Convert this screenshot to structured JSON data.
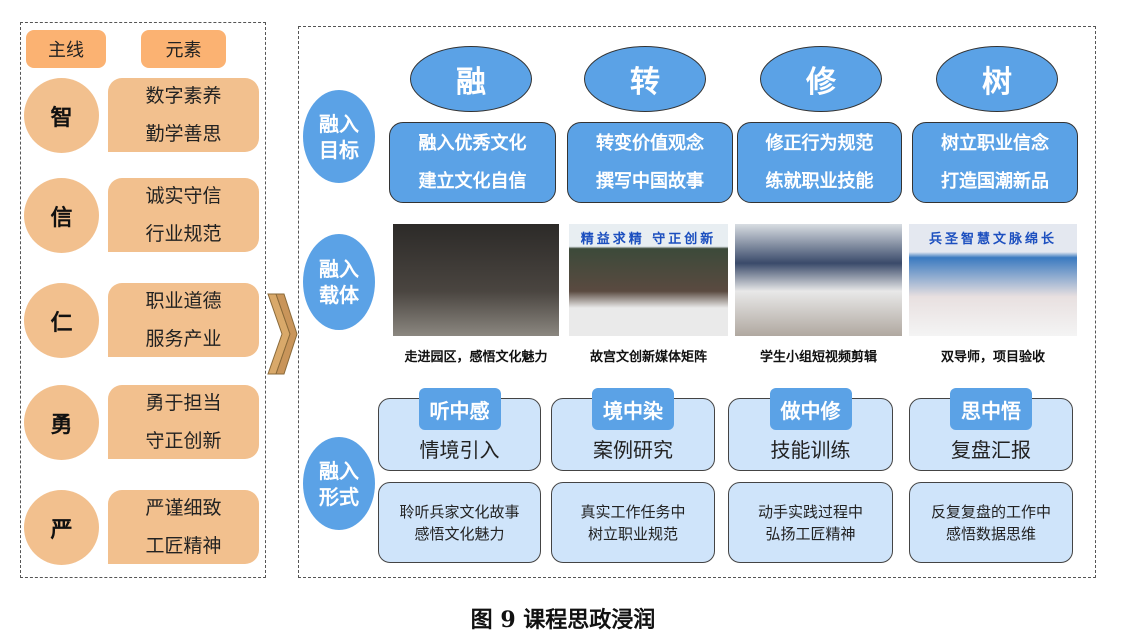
{
  "left": {
    "headers": [
      "主线",
      "元素"
    ],
    "rows": [
      {
        "main": "智",
        "elements": [
          "数字素养",
          "勤学善思"
        ]
      },
      {
        "main": "信",
        "elements": [
          "诚实守信",
          "行业规范"
        ]
      },
      {
        "main": "仁",
        "elements": [
          "职业道德",
          "服务产业"
        ]
      },
      {
        "main": "勇",
        "elements": [
          "勇于担当",
          "守正创新"
        ]
      },
      {
        "main": "严",
        "elements": [
          "严谨细致",
          "工匠精神"
        ]
      }
    ]
  },
  "columns": [
    "融",
    "转",
    "修",
    "树"
  ],
  "row_labels": {
    "goal": [
      "融入",
      "目标"
    ],
    "carrier": [
      "融入",
      "载体"
    ],
    "form": [
      "融入",
      "形式"
    ]
  },
  "goals": [
    [
      "融入优秀文化",
      "建立文化自信"
    ],
    [
      "转变价值观念",
      "撰写中国故事"
    ],
    [
      "修正行为规范",
      "练就职业技能"
    ],
    [
      "树立职业信念",
      "打造国潮新品"
    ]
  ],
  "photos": [
    {
      "sign": "",
      "caption": "走进园区，感悟文化魅力"
    },
    {
      "sign": "精益求精  守正创新",
      "caption": "故宫文创新媒体矩阵"
    },
    {
      "sign": "",
      "caption": "学生小组短视频剪辑"
    },
    {
      "sign": "兵圣智慧文脉绵长",
      "caption": "双导师，项目验收"
    }
  ],
  "forms": [
    {
      "tag": "听中感",
      "method": "情境引入",
      "desc": [
        "聆听兵家文化故事",
        "感悟文化魅力"
      ]
    },
    {
      "tag": "境中染",
      "method": "案例研究",
      "desc": [
        "真实工作任务中",
        "树立职业规范"
      ]
    },
    {
      "tag": "做中修",
      "method": "技能训练",
      "desc": [
        "动手实践过程中",
        "弘扬工匠精神"
      ]
    },
    {
      "tag": "思中悟",
      "method": "复盘汇报",
      "desc": [
        "反复复盘的工作中",
        "感悟数据思维"
      ]
    }
  ],
  "figure_caption": "图 9  课程思政浸润"
}
